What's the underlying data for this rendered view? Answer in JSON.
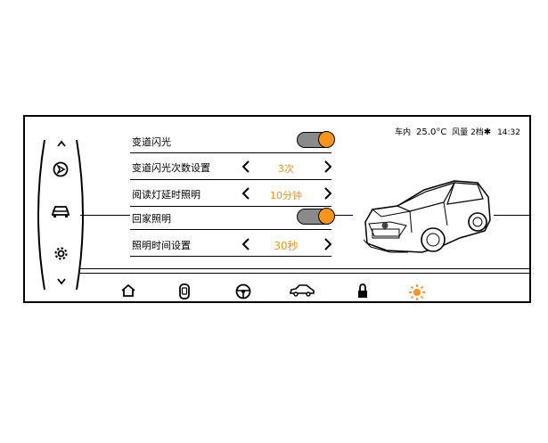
{
  "status": {
    "cabin_label": "车内",
    "temperature": "25.0°C",
    "fan_label": "风量",
    "fan_level": "2档",
    "bluetooth_glyph": "✱",
    "time": "14:32"
  },
  "settings": [
    {
      "label": "变道闪光",
      "type": "toggle",
      "on": true
    },
    {
      "label": "变道闪光次数设置",
      "type": "stepper",
      "value": "3次"
    },
    {
      "label": "阅读灯延时照明",
      "type": "stepper",
      "value": "10分钟"
    },
    {
      "label": "回家照明",
      "type": "toggle",
      "on": true
    },
    {
      "label": "照明时间设置",
      "type": "stepper",
      "value": "30秒"
    }
  ],
  "side_nav": [
    "chevron-up-icon",
    "navigation-icon",
    "car-front-icon",
    "gear-icon",
    "chevron-down-icon"
  ],
  "bottom_nav": [
    "home-icon",
    "car-top-view-icon",
    "steering-wheel-icon",
    "car-side-icon",
    "lock-icon",
    "sun-icon"
  ],
  "colors": {
    "accent": "#f7941d",
    "toggle_track": "#8a8a8a",
    "line": "#000000"
  }
}
